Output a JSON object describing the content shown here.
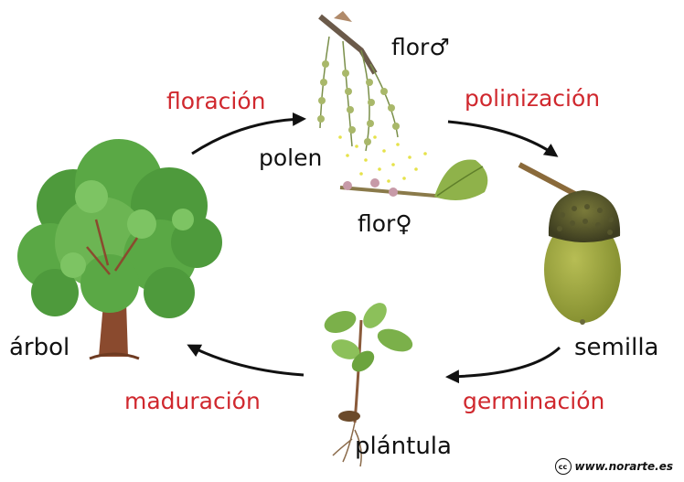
{
  "stages": {
    "tree": "árbol",
    "male_flower": "flor♂",
    "pollen": "polen",
    "female_flower": "flor♀",
    "seed": "semilla",
    "seedling": "plántula"
  },
  "processes": {
    "flowering": "floración",
    "pollination": "polinización",
    "germination": "germinación",
    "maturation": "maduración"
  },
  "credit": {
    "cc_mark": "cc",
    "site": "www.norarte.es"
  },
  "colors": {
    "process_text": "#d0282e",
    "label_text": "#111111",
    "arrow": "#111111"
  }
}
